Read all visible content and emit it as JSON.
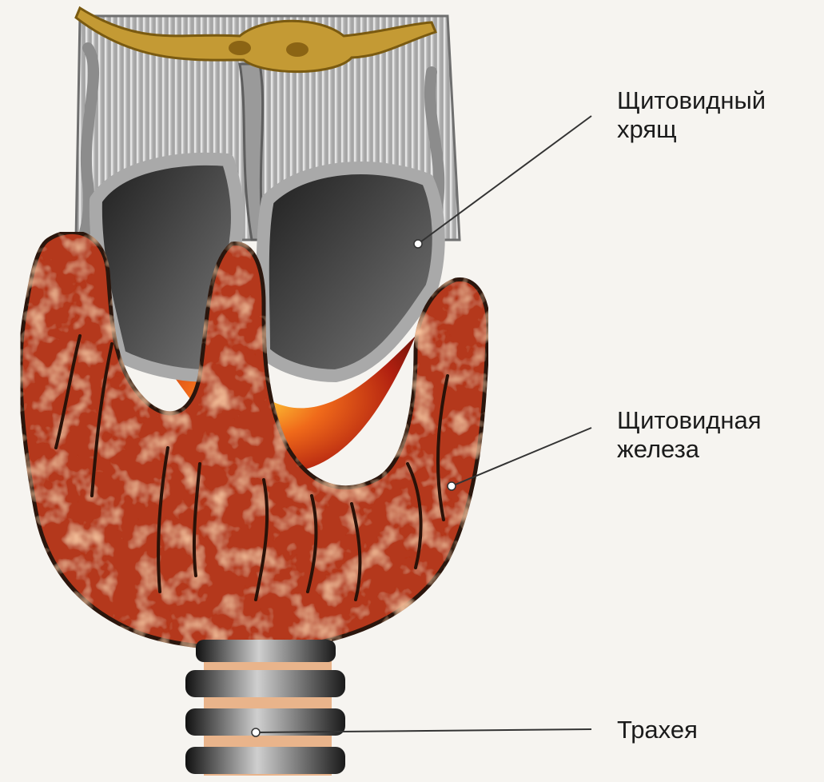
{
  "labels": {
    "cartilage": {
      "line1": "Щитовидный",
      "line2": "хрящ"
    },
    "gland": {
      "line1": "Щитовидная",
      "line2": "железа"
    },
    "trachea": {
      "line1": "Трахея"
    }
  },
  "colors": {
    "background": "#f6f4f0",
    "gland_dark": "#7a1e0f",
    "gland_mid": "#b4371c",
    "gland_light": "#e08a5a",
    "cartilage_fill": "#3a3a3a",
    "cartilage_rim": "#a9a9a9",
    "trachea_ring": "#2a2a2a",
    "trachea_band": "#e9b48b",
    "hyoid": "#b08a2a",
    "muscle": "#cfcfcf",
    "leader_line": "#333333"
  }
}
